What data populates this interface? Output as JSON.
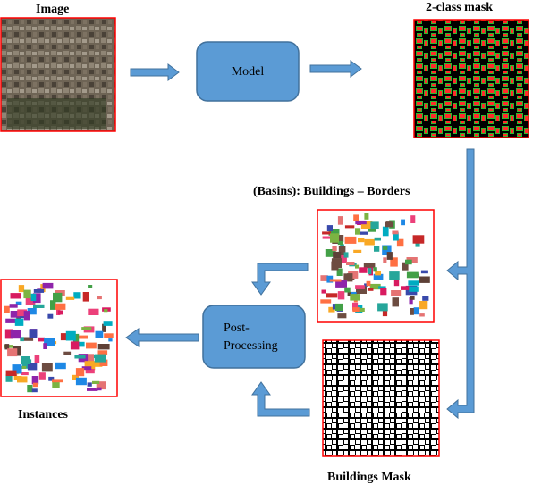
{
  "captions": {
    "image": "Image",
    "two_class_mask": "2-class mask",
    "basins": "(Basins): Buildings – Borders",
    "buildings_mask": "Buildings Mask",
    "instances": "Instances"
  },
  "nodes": {
    "model": "Model",
    "post_processing_line1": "Post-",
    "post_processing_line2": "Processing"
  },
  "colors": {
    "box_fill": "#5b9bd5",
    "box_stroke": "#41719c",
    "arrow_fill": "#5b9bd5",
    "frame_border": "#ff0000",
    "mask_building": "#ff2a2a",
    "mask_border": "#2db82d"
  }
}
